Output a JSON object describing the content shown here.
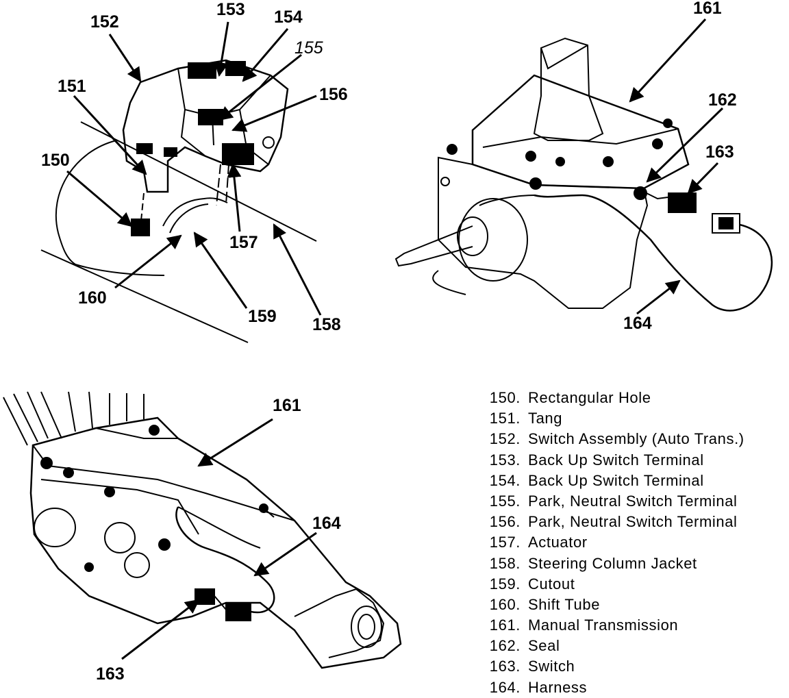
{
  "callouts": {
    "c150": "150",
    "c151": "151",
    "c152": "152",
    "c153": "153",
    "c154": "154",
    "c155": "155",
    "c156": "156",
    "c157": "157",
    "c158": "158",
    "c159": "159",
    "c160": "160",
    "c161a": "161",
    "c162": "162",
    "c163a": "163",
    "c164a": "164",
    "c161b": "161",
    "c164b": "164",
    "c163b": "163"
  },
  "legend": [
    {
      "number": "150.",
      "label": "Rectangular Hole"
    },
    {
      "number": "151.",
      "label": "Tang"
    },
    {
      "number": "152.",
      "label": "Switch Assembly (Auto Trans.)"
    },
    {
      "number": "153.",
      "label": "Back Up Switch Terminal"
    },
    {
      "number": "154.",
      "label": "Back Up Switch Terminal"
    },
    {
      "number": "155.",
      "label": "Park, Neutral Switch Terminal"
    },
    {
      "number": "156.",
      "label": "Park, Neutral Switch Terminal"
    },
    {
      "number": "157.",
      "label": "Actuator"
    },
    {
      "number": "158.",
      "label": "Steering Column Jacket"
    },
    {
      "number": "159.",
      "label": "Cutout"
    },
    {
      "number": "160.",
      "label": "Shift Tube"
    },
    {
      "number": "161.",
      "label": "Manual Transmission"
    },
    {
      "number": "162.",
      "label": "Seal"
    },
    {
      "number": "163.",
      "label": "Switch"
    },
    {
      "number": "164.",
      "label": "Harness"
    }
  ]
}
